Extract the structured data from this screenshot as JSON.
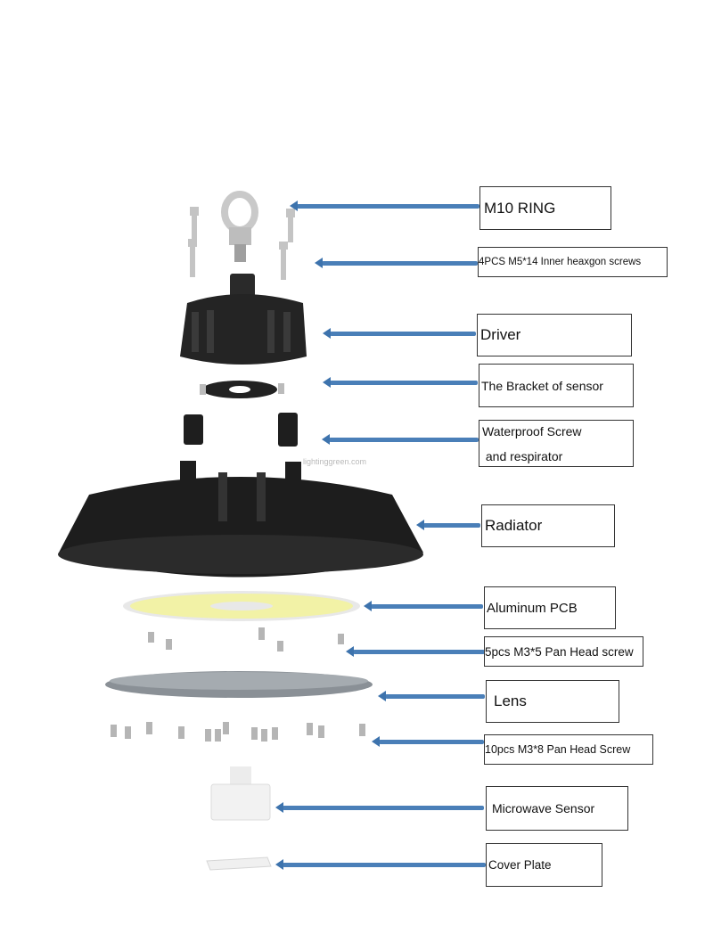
{
  "labels": {
    "ring": "M10 RING",
    "screws4": "4PCS M5*14 Inner heaxgon screws",
    "driver": "Driver",
    "bracket": "The Bracket of sensor",
    "waterproof_1": "Waterproof Screw",
    "waterproof_2": " and respirator",
    "radiator": "Radiator",
    "pcb": "Aluminum PCB",
    "screws5": "5pcs  M3*5 Pan Head screw",
    "lens": "Lens",
    "screws10": "10pcs M3*8 Pan Head Screw",
    "sensor": "Microwave Sensor",
    "cover": "Cover Plate"
  },
  "watermark": "lightinggreen.com",
  "colors": {
    "arrow": "#4a7fb8",
    "housing": "#1f1f1f",
    "pcb_led": "#f3f39a",
    "screw": "#b5b5b5",
    "lens": "#8a9096"
  }
}
